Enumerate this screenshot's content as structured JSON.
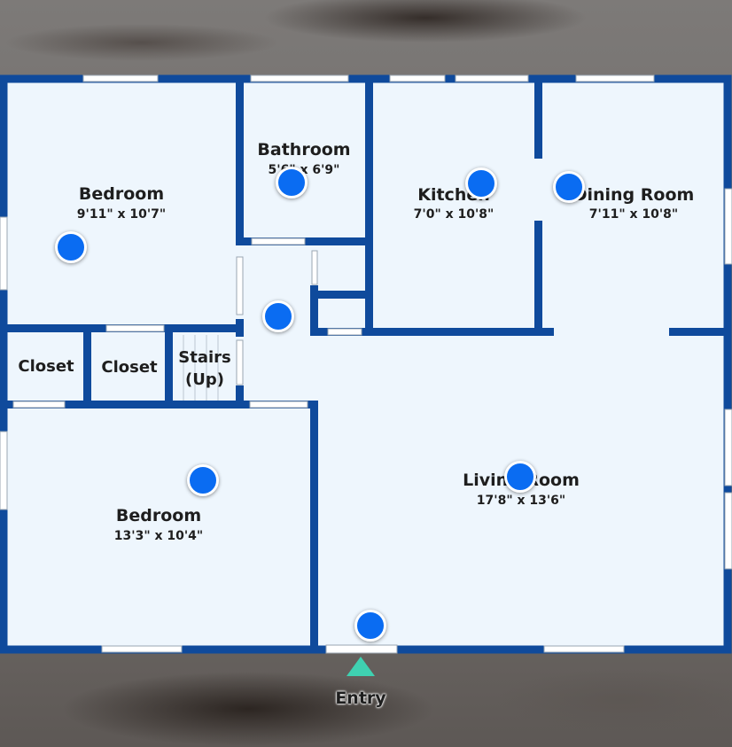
{
  "rooms": {
    "bedroom_top": {
      "name": "Bedroom",
      "dims": "9'11\" x 10'7\""
    },
    "bathroom": {
      "name": "Bathroom",
      "dims": "5'6\" x 6'9\""
    },
    "kitchen": {
      "name": "Kitchen",
      "dims": "7'0\" x 10'8\""
    },
    "dining_room": {
      "name": "Dining Room",
      "dims": "7'11\" x 10'8\""
    },
    "closet_left": {
      "name": "Closet"
    },
    "closet_right": {
      "name": "Closet"
    },
    "stairs": {
      "line1": "Stairs",
      "line2": "(Up)"
    },
    "bedroom_bottom": {
      "name": "Bedroom",
      "dims": "13'3\" x 10'4\""
    },
    "living_room": {
      "name": "Living Room",
      "dims": "17'8\" x 13'6\""
    }
  },
  "entry": {
    "label": "Entry"
  },
  "colors": {
    "wall": "#0f4a9c",
    "floor": "#eef6fd",
    "hotspot": "#0a6cf2",
    "entry_marker": "#3fd1b1"
  }
}
